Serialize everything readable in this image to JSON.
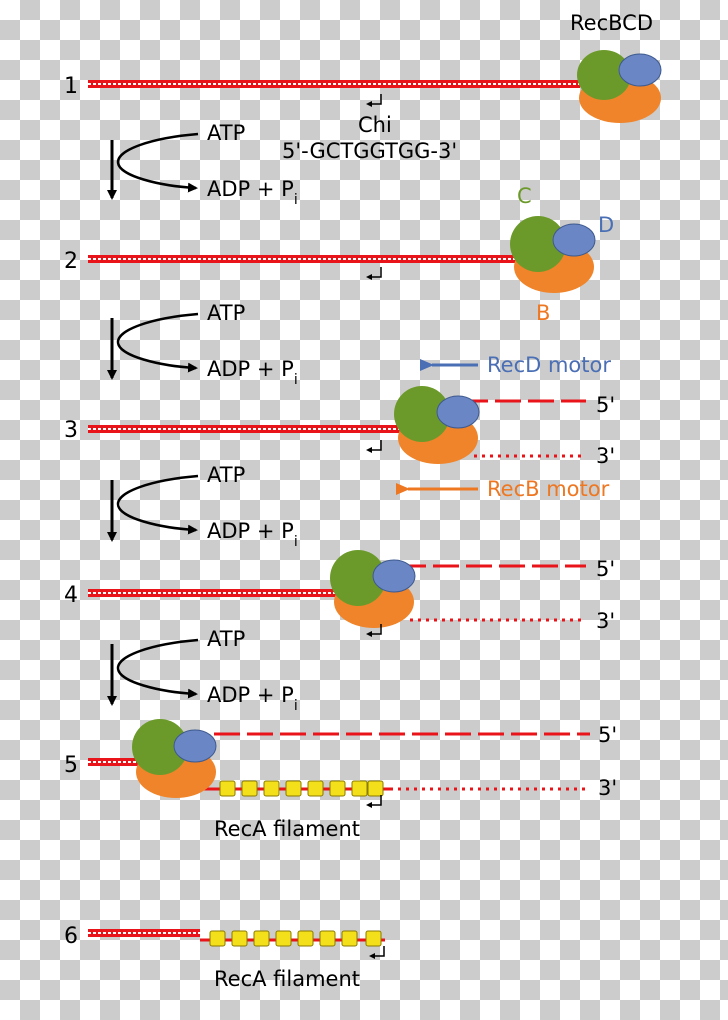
{
  "title": "RecBCD",
  "colors": {
    "dna": "#e8141a",
    "subunit_c": "#6c9a2a",
    "subunit_d": "#6a86c4",
    "subunit_b": "#f0842a",
    "reca": "#f4e01a",
    "recd_label": "#4a6fb5",
    "recb_label": "#ee7722"
  },
  "chi": {
    "label": "Chi",
    "sequence": "5'-GCTGGTGG-3'"
  },
  "subunits": {
    "c": "C",
    "d": "D",
    "b": "B"
  },
  "reaction": {
    "atp": "ATP",
    "adp": "ADP + P",
    "pi_sub": "i"
  },
  "motors": {
    "recd": "RecD motor",
    "recb": "RecB motor"
  },
  "ends": {
    "five": "5'",
    "three": "3'"
  },
  "filament": "RecA filament",
  "steps": [
    "1",
    "2",
    "3",
    "4",
    "5",
    "6"
  ]
}
